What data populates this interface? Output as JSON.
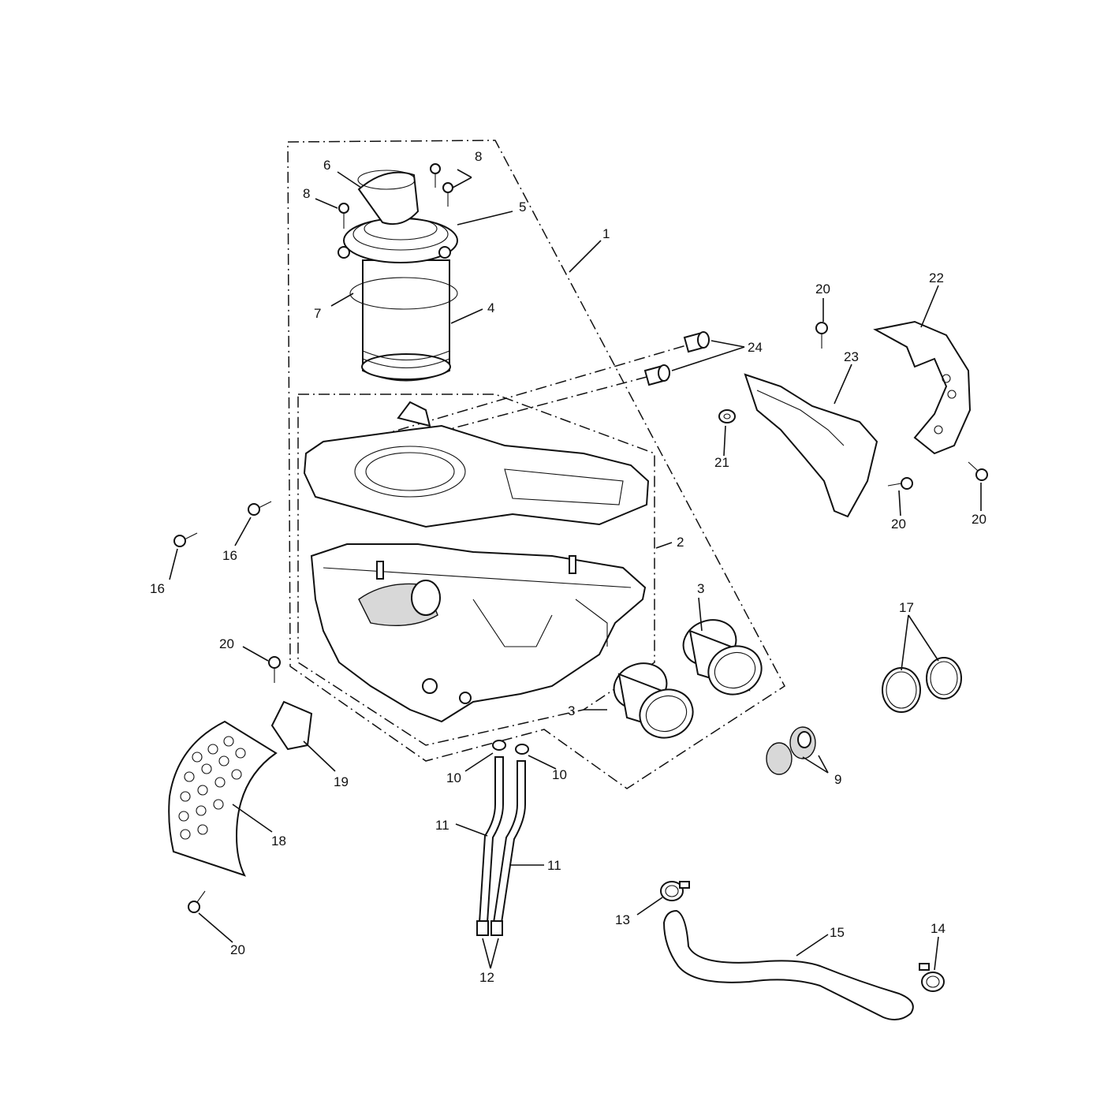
{
  "diagram": {
    "callouts": [
      {
        "id": "c1",
        "text": "1"
      },
      {
        "id": "c2",
        "text": "2"
      },
      {
        "id": "c3a",
        "text": "3"
      },
      {
        "id": "c3b",
        "text": "3"
      },
      {
        "id": "c4",
        "text": "4"
      },
      {
        "id": "c5",
        "text": "5"
      },
      {
        "id": "c6",
        "text": "6"
      },
      {
        "id": "c7",
        "text": "7"
      },
      {
        "id": "c8a",
        "text": "8"
      },
      {
        "id": "c8b",
        "text": "8"
      },
      {
        "id": "c9",
        "text": "9"
      },
      {
        "id": "c10a",
        "text": "10"
      },
      {
        "id": "c10b",
        "text": "10"
      },
      {
        "id": "c11a",
        "text": "11"
      },
      {
        "id": "c11b",
        "text": "11"
      },
      {
        "id": "c12",
        "text": "12"
      },
      {
        "id": "c13",
        "text": "13"
      },
      {
        "id": "c14",
        "text": "14"
      },
      {
        "id": "c15",
        "text": "15"
      },
      {
        "id": "c16a",
        "text": "16"
      },
      {
        "id": "c16b",
        "text": "16"
      },
      {
        "id": "c17",
        "text": "17"
      },
      {
        "id": "c18",
        "text": "18"
      },
      {
        "id": "c19",
        "text": "19"
      },
      {
        "id": "c20a",
        "text": "20"
      },
      {
        "id": "c20b",
        "text": "20"
      },
      {
        "id": "c20c",
        "text": "20"
      },
      {
        "id": "c20d",
        "text": "20"
      },
      {
        "id": "c20e",
        "text": "20"
      },
      {
        "id": "c21",
        "text": "21"
      },
      {
        "id": "c22",
        "text": "22"
      },
      {
        "id": "c23",
        "text": "23"
      },
      {
        "id": "c24",
        "text": "24"
      }
    ]
  }
}
